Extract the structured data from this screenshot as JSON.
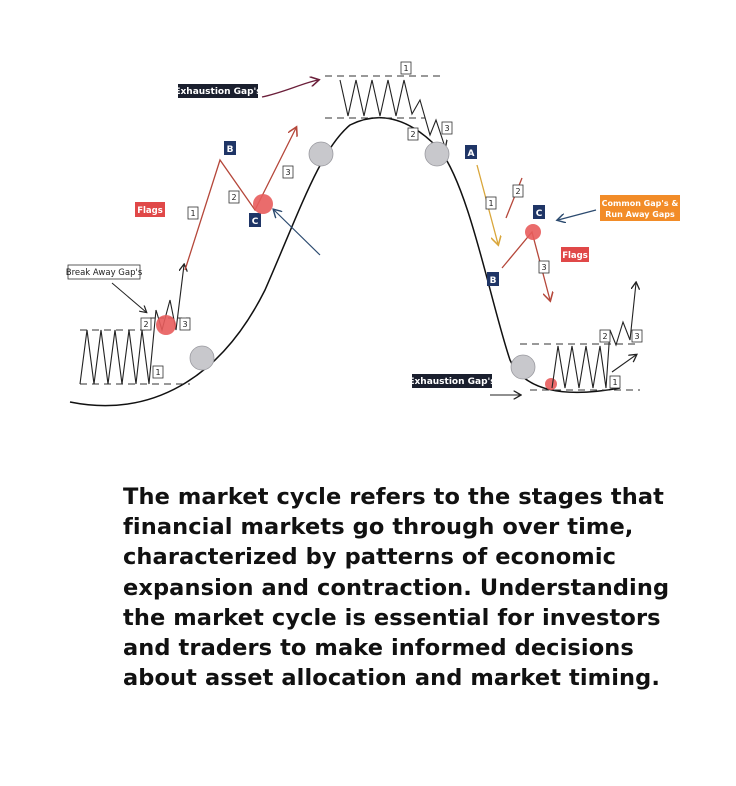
{
  "labels": {
    "exhaustion_top": "Exhaustion Gap's",
    "exhaustion_bottom": "Exhaustion Gap's",
    "break_away": "Break Away Gap's",
    "flags_left": "Flags",
    "flags_right": "Flags",
    "common_line1": "Common Gap's &",
    "common_line2": "Run Away Gaps"
  },
  "markers": {
    "left_one": "1",
    "left_two": "2",
    "left_three": "3",
    "up_one": "1",
    "up_two": "2",
    "up_three": "3",
    "top_one": "1",
    "top_two": "2",
    "top_three": "3",
    "down_one": "1",
    "down_two": "2",
    "down_three": "3",
    "right_one": "1",
    "right_two": "2",
    "right_three": "3",
    "up_a": "B",
    "up_c": "C",
    "down_a": "A",
    "down_b": "B",
    "down_c": "C"
  },
  "colors": {
    "dark_label": "#1a1f2e",
    "navy_letter": "#1f3566",
    "flag_red": "#e04848",
    "orange": "#f28c28",
    "red_arrow": "#b5473a",
    "gold_arrow": "#d9a63a",
    "gray_circle": "#c8c8cc",
    "red_circle": "#e85c5c"
  },
  "caption": "The market cycle refers to the stages that financial markets go through over time, characterized by patterns of economic expansion and contraction. Understanding the market cycle is essential for investors and traders to make informed decisions about asset allocation and market timing."
}
